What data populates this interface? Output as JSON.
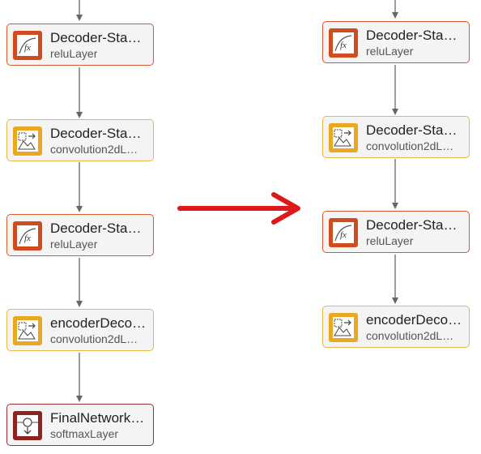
{
  "left_graph": {
    "nodes": [
      {
        "name": "Decoder-Stage…",
        "type": "reluLayer",
        "kind": "relu-icon"
      },
      {
        "name": "Decoder-Stage…",
        "type": "convolution2dL…",
        "kind": "convolution-icon"
      },
      {
        "name": "Decoder-Stage…",
        "type": "reluLayer",
        "kind": "relu-icon"
      },
      {
        "name": "encoderDecod…",
        "type": "convolution2dL…",
        "kind": "convolution-icon"
      },
      {
        "name": "FinalNetworkS…",
        "type": "softmaxLayer",
        "kind": "softmax-icon"
      }
    ]
  },
  "right_graph": {
    "nodes": [
      {
        "name": "Decoder-Stage…",
        "type": "reluLayer",
        "kind": "relu-icon"
      },
      {
        "name": "Decoder-Stage…",
        "type": "convolution2dL…",
        "kind": "convolution-icon"
      },
      {
        "name": "Decoder-Stage…",
        "type": "reluLayer",
        "kind": "relu-icon"
      },
      {
        "name": "encoderDecod…",
        "type": "convolution2dL…",
        "kind": "convolution-icon"
      }
    ]
  },
  "colors": {
    "relu": "#cf4c1e",
    "convolution": "#e9a81f",
    "softmax": "#8d2422",
    "arrow": "#dd1a1a",
    "connector": "#666666"
  }
}
